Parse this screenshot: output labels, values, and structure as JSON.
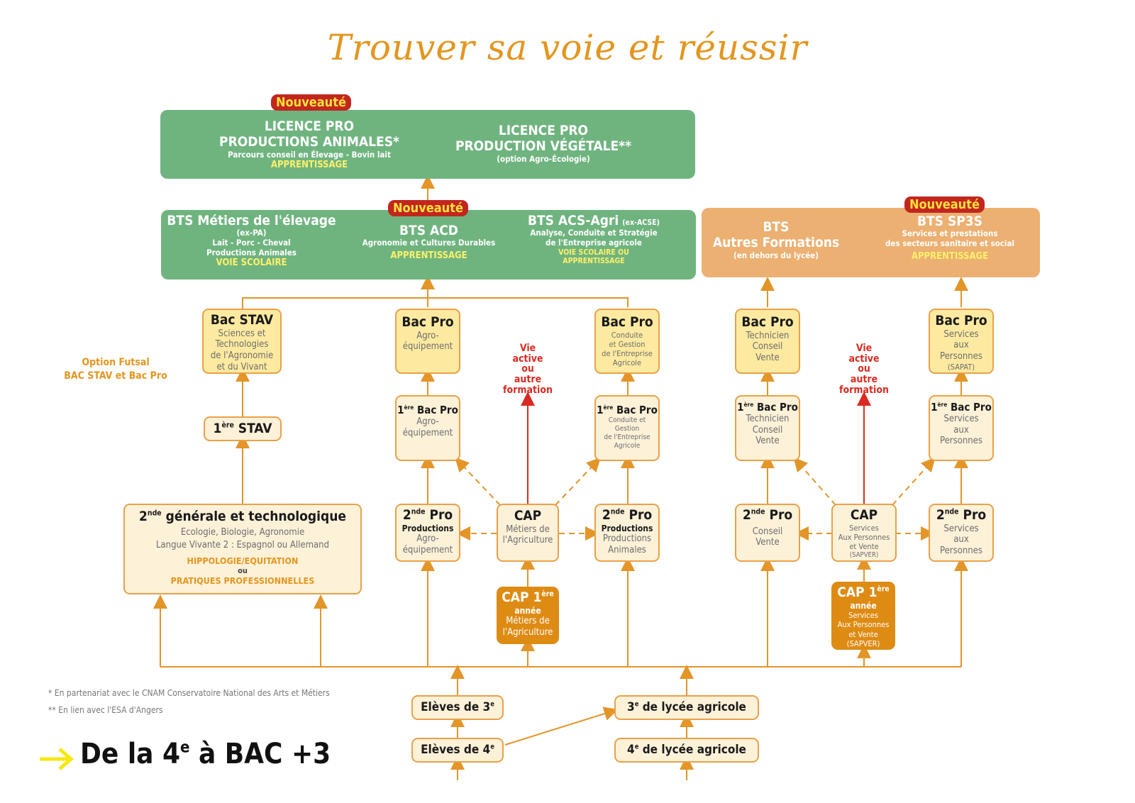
{
  "title": "Trouver sa voie et réussir",
  "colors": {
    "accent": "#e3961f",
    "green": "#6fb47f",
    "tan": "#ebb072",
    "badge": "#c2261f",
    "red_arrow": "#d92b22",
    "highlight_yellow": "#fff06a"
  },
  "badge_new": "Nouveauté",
  "licence": {
    "left": {
      "line1": "LICENCE PRO",
      "line2": "PRODUCTIONS ANIMALES*",
      "line3": "Parcours conseil en Élevage - Bovin lait",
      "mode": "APPRENTISSAGE"
    },
    "right": {
      "line1": "LICENCE PRO",
      "line2": "PRODUCTION VÉGÉTALE**",
      "line3": "(option Agro-Écologie)"
    }
  },
  "bts_green": {
    "elevage": {
      "title": "BTS Métiers de l'élevage",
      "sub1": "(ex-PA)",
      "sub2": "Lait - Porc - Cheval",
      "sub3": "Productions Animales",
      "mode": "VOIE SCOLAIRE"
    },
    "acd": {
      "title": "BTS ACD",
      "sub1": "Agronomie et Cultures Durables",
      "mode": "APPRENTISSAGE"
    },
    "acs": {
      "title": "BTS ACS-Agri",
      "title_suffix": "(ex-ACSE)",
      "sub1": "Analyse, Conduite et Stratégie",
      "sub2": "de l'Entreprise agricole",
      "mode1": "VOIE SCOLAIRE OU",
      "mode2": "APPRENTISSAGE"
    }
  },
  "bts_tan": {
    "autres": {
      "line1": "BTS",
      "line2": "Autres Formations",
      "sub": "(en dehors du lycée)"
    },
    "sp3s": {
      "title": "BTS SP3S",
      "sub1": "Services et prestations",
      "sub2": "des secteurs sanitaire et social",
      "mode": "APPRENTISSAGE"
    }
  },
  "option_futsal": {
    "line1": "Option Futsal",
    "line2": "BAC STAV et Bac Pro"
  },
  "bac": {
    "stav": {
      "title": "Bac STAV",
      "lines": [
        "Sciences et",
        "Technologies",
        "de l'Agronomie",
        "et du Vivant"
      ]
    },
    "agro": {
      "title": "Bac Pro",
      "lines": [
        "Agro-",
        "équipement"
      ]
    },
    "cgea": {
      "title": "Bac Pro",
      "lines": [
        "Conduite",
        "et Gestion",
        "de l'Entreprise",
        "Agricole"
      ]
    },
    "tcv": {
      "title": "Bac Pro",
      "lines": [
        "Technicien",
        "Conseil",
        "Vente"
      ]
    },
    "sapat": {
      "title": "Bac Pro",
      "lines": [
        "Services",
        "aux",
        "Personnes",
        "(SAPAT)"
      ]
    }
  },
  "vie_active": {
    "lines": [
      "Vie",
      "active",
      "ou",
      "autre",
      "formation"
    ]
  },
  "premiere": {
    "stav": {
      "prefix": "1",
      "sup": "ère",
      "title": "STAV"
    },
    "agro": {
      "prefix": "1",
      "sup": "ère",
      "title": "Bac Pro",
      "lines": [
        "Agro-",
        "équipement"
      ]
    },
    "cgea": {
      "prefix": "1",
      "sup": "ère",
      "title": "Bac Pro",
      "lines": [
        "Conduite et Gestion",
        "de l'Entreprise",
        "Agricole"
      ]
    },
    "tcv": {
      "prefix": "1",
      "sup": "ère",
      "title": "Bac Pro",
      "lines": [
        "Technicien",
        "Conseil",
        "Vente"
      ]
    },
    "sap": {
      "prefix": "1",
      "sup": "ère",
      "title": "Bac Pro",
      "lines": [
        "Services",
        "aux",
        "Personnes"
      ]
    }
  },
  "seconde": {
    "gt": {
      "prefix": "2",
      "sup": "nde",
      "title": "générale et technologique",
      "line1": "Ecologie, Biologie, Agronomie",
      "line2": "Langue Vivante 2 : Espagnol ou Allemand",
      "opt1": "HIPPOLOGIE/EQUITATION",
      "or": "ou",
      "opt2": "PRATIQUES PROFESSIONNELLES"
    },
    "agro": {
      "prefix": "2",
      "sup": "nde",
      "title": "Pro",
      "bold": "Productions",
      "lines": [
        "Agro-",
        "équipement"
      ]
    },
    "anim": {
      "prefix": "2",
      "sup": "nde",
      "title": "Pro",
      "bold": "Productions",
      "lines": [
        "Productions",
        "Animales"
      ]
    },
    "cv": {
      "prefix": "2",
      "sup": "nde",
      "title": "Pro",
      "lines": [
        "Conseil",
        "Vente"
      ]
    },
    "sap": {
      "prefix": "2",
      "sup": "nde",
      "title": "Pro",
      "lines": [
        "Services",
        "aux",
        "Personnes"
      ]
    }
  },
  "cap": {
    "agri": {
      "title": "CAP",
      "lines": [
        "Métiers de",
        "l'Agriculture"
      ]
    },
    "sapver": {
      "title": "CAP",
      "lines": [
        "Services",
        "Aux Personnes",
        "et Vente",
        "(SAPVER)"
      ]
    }
  },
  "cap1": {
    "agri": {
      "title": "CAP 1",
      "sup": "ère",
      "bold": "année",
      "lines": [
        "Métiers de",
        "l'Agriculture"
      ]
    },
    "sapver": {
      "title": "CAP 1",
      "sup": "ère",
      "bold": "année",
      "lines": [
        "Services",
        "Aux Personnes",
        "et Vente",
        "(SAPVER)"
      ]
    }
  },
  "entry": {
    "e3": {
      "text": "Elèves de 3",
      "sup": "e"
    },
    "e4": {
      "text": "Elèves de 4",
      "sup": "e"
    },
    "l3": {
      "prefix": "3",
      "sup": "e",
      "text": " de lycée agricole"
    },
    "l4": {
      "prefix": "4",
      "sup": "e",
      "text": " de lycée agricole"
    }
  },
  "footnotes": [
    "* En partenariat avec le CNAM Conservatoire National des Arts et Métiers",
    "** En lien avec l'ESA d'Angers"
  ],
  "tagline": {
    "pre": "De la 4",
    "sup": "e",
    "post": " à BAC +3"
  }
}
